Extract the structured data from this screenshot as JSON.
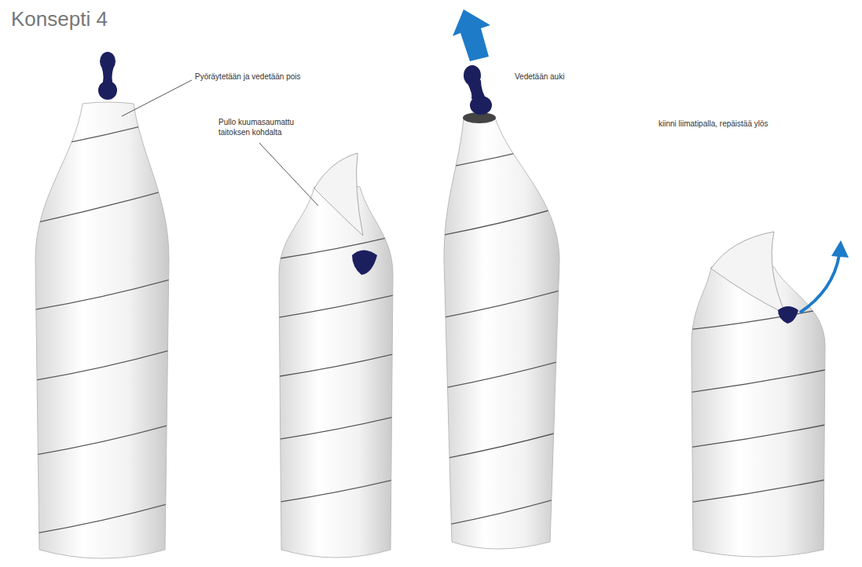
{
  "diagram": {
    "title": "Konsepti 4",
    "labels": [
      "Pyöräytetään ja vedetään pois",
      "Pullo kuumasaumattu taitoksen kohdalta",
      "Vedetään auki",
      "kiinni liimatipalla, repäistää ylös"
    ]
  }
}
